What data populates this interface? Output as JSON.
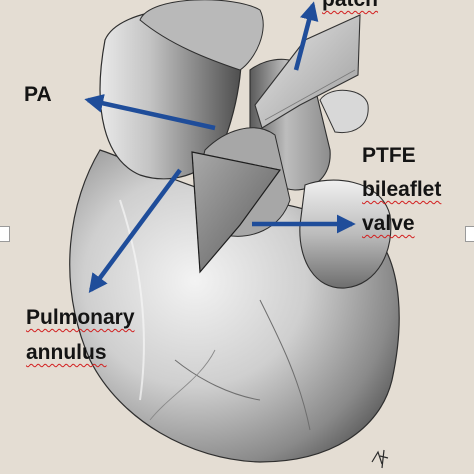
{
  "labels": {
    "patch": "patch",
    "pa": "PA",
    "ptfe_line1": "PTFE",
    "ptfe_line2": "bileaflet",
    "ptfe_line3": "valve",
    "pulmonary_line1": "Pulmonary",
    "pulmonary_line2": "annulus"
  },
  "colors": {
    "arrow": "#1f4d9a",
    "label_text": "#141414",
    "spellcheck_underline": "#d21e1e",
    "background": "#e4ddd3"
  },
  "icons": {
    "signature": "artist-signature-icon"
  }
}
